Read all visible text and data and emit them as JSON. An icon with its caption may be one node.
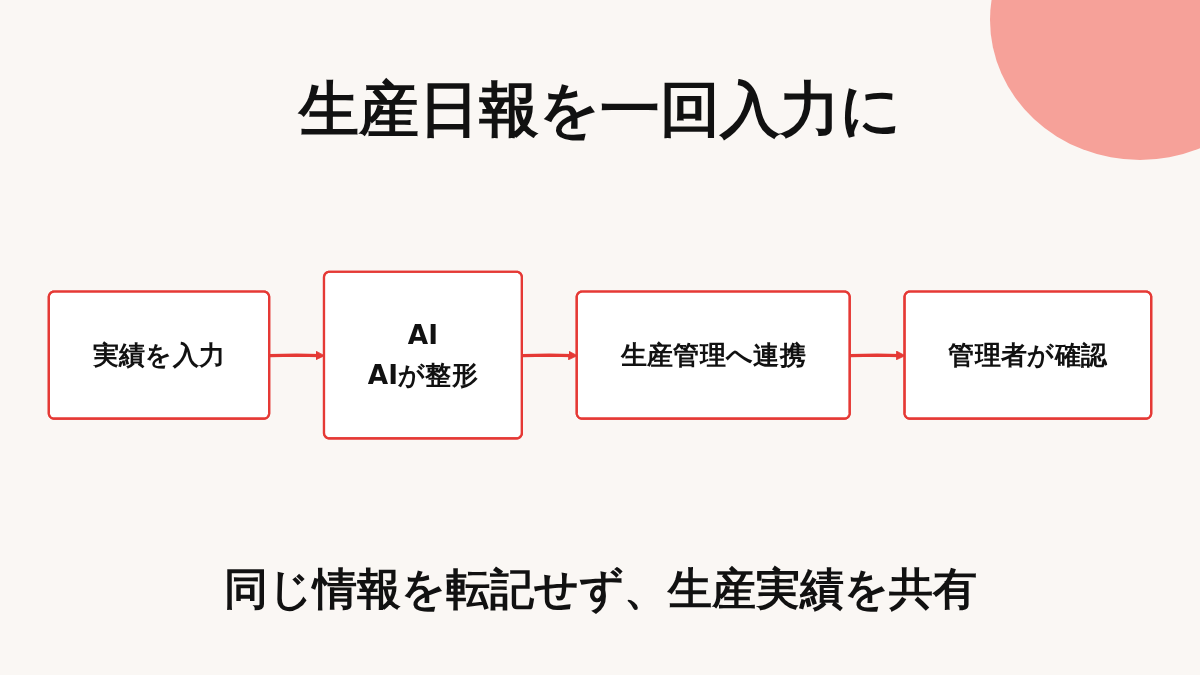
{
  "diagram": {
    "title": "生産日報を一回入力に",
    "nodes": [
      {
        "text": [
          "実績を入力"
        ]
      },
      {
        "text": [
          "AI",
          "AIが整形"
        ]
      },
      {
        "text": [
          "生産管理へ連携"
        ]
      },
      {
        "text": [
          "管理者が確認"
        ]
      }
    ],
    "edges": [
      {
        "from": 0,
        "to": 1,
        "arrow": "to"
      },
      {
        "from": 1,
        "to": 2,
        "arrow": "to"
      },
      {
        "from": 2,
        "to": 3,
        "arrow": "to"
      }
    ],
    "caption": "同じ情報を転記せず、生産実績を共有"
  }
}
